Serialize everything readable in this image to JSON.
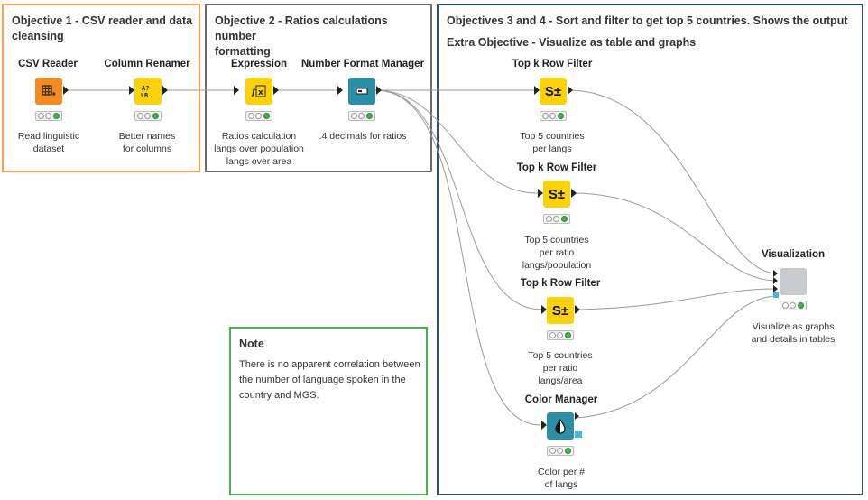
{
  "annotations": [
    {
      "id": "obj1",
      "title": "Objective 1 - CSV reader and data\ncleansing",
      "color": "#f5a04a"
    },
    {
      "id": "obj2",
      "title": "Objective 2 - Ratios calculations number\nformatting",
      "color": "#6b6b6b"
    },
    {
      "id": "obj34",
      "title": "Objectives 3 and 4 - Sort and filter to get top 5 countries. Shows the output",
      "subtitle": "Extra Objective - Visualize as table and graphs",
      "color": "#2c4a7c"
    },
    {
      "id": "note",
      "title": "Note",
      "body": "There is no apparent correlation between\nthe number of language spoken in the\ncountry and MGS.",
      "color": "#4cb050"
    }
  ],
  "nodes": [
    {
      "id": "csv",
      "name": "CSV Reader",
      "desc": "Read linguistic\ndataset",
      "icon": "table-icon",
      "color": "#f28b22",
      "status": "green"
    },
    {
      "id": "renamer",
      "name": "Column Renamer",
      "desc": "Better names\nfor columns",
      "icon": "rename-icon",
      "color": "#f9d20b",
      "status": "green"
    },
    {
      "id": "expr",
      "name": "Expression",
      "desc": "Ratios calculation\nlangs over population\nlangs over area",
      "icon": "function-icon",
      "color": "#f9d20b",
      "status": "green"
    },
    {
      "id": "numfmt",
      "name": "Number Format Manager",
      "desc": ".4 decimals for ratios",
      "icon": "format-icon",
      "color": "#2a8fa6",
      "status": "green"
    },
    {
      "id": "topk1",
      "name": "Top k Row Filter",
      "desc": "Top 5 countries\nper langs",
      "icon": "sort-icon",
      "glyph": "S±",
      "color": "#f9d20b",
      "status": "green"
    },
    {
      "id": "topk2",
      "name": "Top k Row Filter",
      "desc": "Top 5 countries\nper ratio\nlangs/population",
      "icon": "sort-icon",
      "glyph": "S±",
      "color": "#f9d20b",
      "status": "green"
    },
    {
      "id": "topk3",
      "name": "Top k Row Filter",
      "desc": "Top 5 countries\nper ratio\nlangs/area",
      "icon": "sort-icon",
      "glyph": "S±",
      "color": "#f9d20b",
      "status": "green"
    },
    {
      "id": "color",
      "name": "Color Manager",
      "desc": "Color per #\nof langs",
      "icon": "color-drop-icon",
      "color": "#2a8fa6",
      "status": "green"
    },
    {
      "id": "viz",
      "name": "Visualization",
      "desc": "Visualize as graphs\nand details in tables",
      "icon": "component-icon",
      "color": "#c8cacc",
      "status": "green"
    }
  ]
}
